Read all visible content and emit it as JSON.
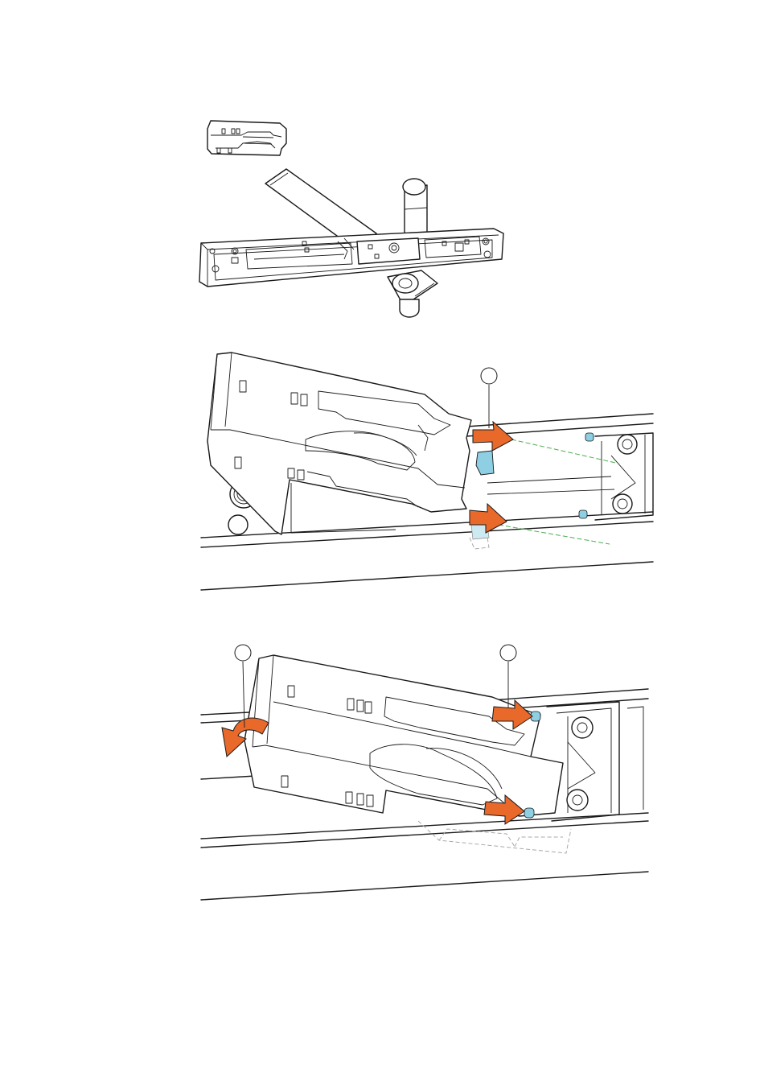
{
  "figure": {
    "accent_color": "#e8692a",
    "highlight_color": "#8ecfe3",
    "guide_color": "#4caf50",
    "icons": [
      "orange-push-arrow-icon",
      "orange-rotate-arrow-icon",
      "callout-circle-icon"
    ],
    "panels": [
      {
        "name": "overview",
        "callouts": 0
      },
      {
        "name": "detail-insert-tabs",
        "callouts": 1
      },
      {
        "name": "detail-rotate-clip",
        "callouts": 2
      }
    ]
  }
}
